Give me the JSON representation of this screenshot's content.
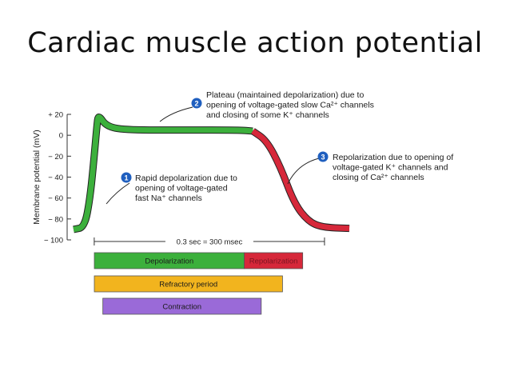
{
  "slide": {
    "title": "Cardiac muscle action potential"
  },
  "colors": {
    "depolarization": "#3cb03c",
    "repolarization": "#d6283a",
    "refractory": "#f2b41e",
    "contraction": "#9a6ad8",
    "marker": "#1f5fbf"
  },
  "chart_data": {
    "type": "line",
    "ylabel": "Membrane potential (mV)",
    "yticks": [
      20,
      0,
      -20,
      -40,
      -60,
      -80,
      -100
    ],
    "ytick_labels": [
      "+ 20",
      "0",
      "− 20",
      "− 40",
      "− 60",
      "− 80",
      "− 100"
    ],
    "ylim": [
      -100,
      20
    ],
    "xlim": [
      0,
      1
    ],
    "series": [
      {
        "phase": "depolarization",
        "color": "#3cb03c",
        "x": [
          0.0,
          0.04,
          0.06,
          0.075,
          0.085,
          0.09,
          0.12,
          0.2,
          0.4,
          0.6,
          0.65
        ],
        "y": [
          -90,
          -88,
          -60,
          -20,
          10,
          20,
          8,
          5,
          5,
          5,
          4
        ]
      },
      {
        "phase": "repolarization",
        "color": "#d6283a",
        "x": [
          0.65,
          0.7,
          0.75,
          0.8,
          0.85,
          0.9,
          1.0
        ],
        "y": [
          4,
          -5,
          -30,
          -65,
          -82,
          -88,
          -89
        ]
      }
    ],
    "annotations": [
      {
        "number": "1",
        "lines": [
          "Rapid depolarization due to",
          "opening of voltage-gated",
          "fast Na⁺ channels"
        ]
      },
      {
        "number": "2",
        "lines": [
          "Plateau (maintained depolarization) due to",
          "opening of voltage-gated slow Ca²⁺ channels",
          "and closing of some K⁺ channels"
        ]
      },
      {
        "number": "3",
        "lines": [
          "Repolarization due to opening of",
          "voltage-gated K⁺ channels and",
          "closing of Ca²⁺ channels"
        ]
      }
    ],
    "duration_label": "0.3 sec = 300 msec",
    "bars": [
      {
        "label": "Depolarization",
        "start": 0.0,
        "end": 0.705,
        "color": "#3cb03c"
      },
      {
        "label": "Repolarization",
        "start": 0.705,
        "end": 0.98,
        "color": "#d6283a"
      },
      {
        "label": "Refractory period",
        "start": 0.0,
        "end": 0.885,
        "color": "#f2b41e"
      },
      {
        "label": "Contraction",
        "start": 0.04,
        "end": 0.785,
        "color": "#9a6ad8"
      }
    ]
  }
}
